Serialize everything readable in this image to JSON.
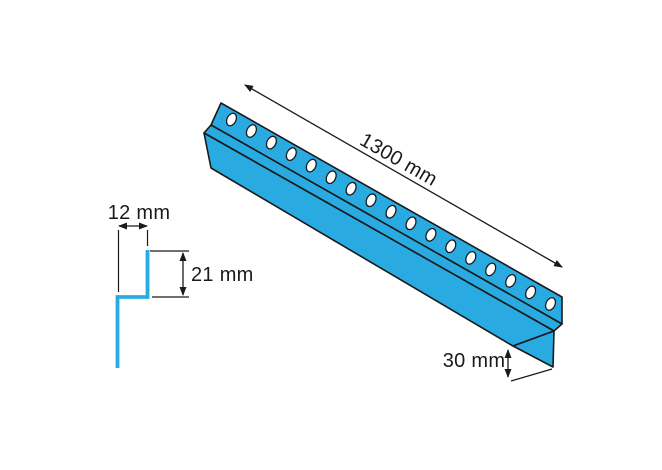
{
  "diagram": {
    "background_color": "#ffffff",
    "profile_color": "#29abe2",
    "outline_color": "#1a1a1a",
    "hole_count": 17,
    "labels": {
      "length": "1300 mm",
      "web_width": "12 mm",
      "back_flange_height": "21 mm",
      "front_flange_height": "30 mm"
    }
  }
}
